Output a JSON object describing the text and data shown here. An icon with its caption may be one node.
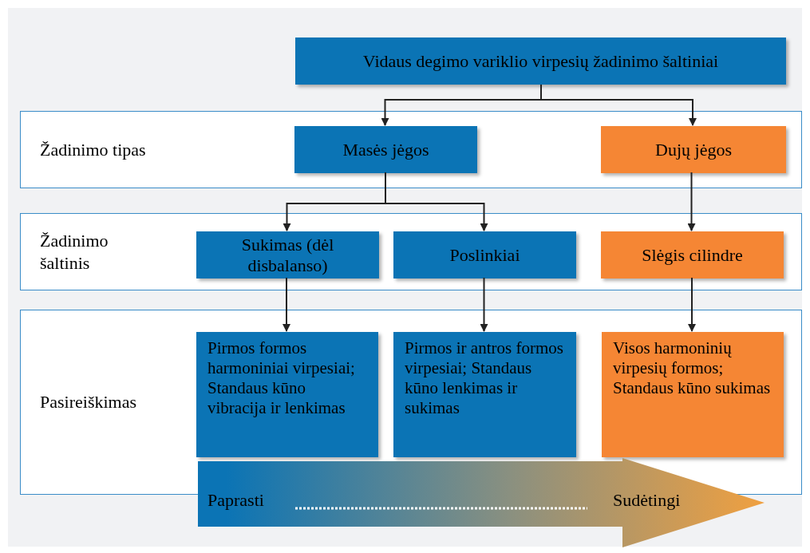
{
  "diagram": {
    "nodes": [
      {
        "text": [
          "Žadinimo tipas"
        ]
      },
      {
        "text": [
          "Žadinimo šaltinis"
        ]
      },
      {
        "text": [
          "Pasireiškimas"
        ]
      },
      {
        "text": [
          "Vidaus degimo variklio virpesių žadinimo šaltiniai"
        ]
      },
      {
        "text": [
          "Masės jėgos"
        ],
        "in": 0
      },
      {
        "text": [
          "Dujų jėgos"
        ],
        "in": 0
      },
      {
        "text": [
          "Sukimas (dėl disbalanso)"
        ],
        "in": 1
      },
      {
        "text": [
          "Poslinkiai"
        ],
        "in": 1
      },
      {
        "text": [
          "Slėgis cilindre"
        ],
        "in": 1
      },
      {
        "text": [
          "Pirmos formos harmoniniai virpesiai; Standaus kūno vibracija ir lenkimas"
        ],
        "in": 2
      },
      {
        "text": [
          "Pirmos ir antros formos virpesiai; Standaus kūno lenkimas ir sukimas"
        ],
        "in": 2
      },
      {
        "text": [
          "Visos harmoninių virpesių formos; Standaus kūno sukimas"
        ],
        "in": 2
      },
      {
        "text": [
          "Paprasti",
          "Sudėtingi"
        ]
      }
    ],
    "edges": [
      {
        "from": 3,
        "to": 4,
        "arrow": "to"
      },
      {
        "from": 3,
        "to": 5,
        "arrow": "to"
      },
      {
        "from": 4,
        "to": 6,
        "arrow": "to"
      },
      {
        "from": 4,
        "to": 7,
        "arrow": "to"
      },
      {
        "from": 5,
        "to": 8,
        "arrow": "to"
      },
      {
        "from": 6,
        "to": 9,
        "arrow": "to"
      },
      {
        "from": 7,
        "to": 10,
        "arrow": "to"
      },
      {
        "from": 8,
        "to": 11,
        "arrow": "to"
      }
    ]
  }
}
